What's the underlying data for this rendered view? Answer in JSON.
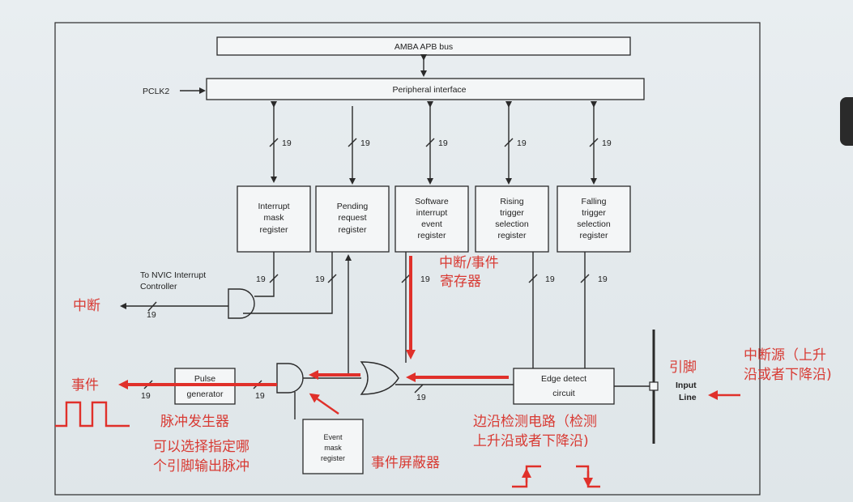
{
  "blocks": {
    "amba": "AMBA APB bus",
    "peripheral": "Peripheral interface",
    "interrupt_mask": [
      "Interrupt",
      "mask",
      "register"
    ],
    "pending": [
      "Pending",
      "request",
      "register"
    ],
    "software": [
      "Software",
      "interrupt",
      "event",
      "register"
    ],
    "rising": [
      "Rising",
      "trigger",
      "selection",
      "register"
    ],
    "falling": [
      "Falling",
      "trigger",
      "selection",
      "register"
    ],
    "edge_detect": [
      "Edge detect",
      "circuit"
    ],
    "pulse": [
      "Pulse",
      "generator"
    ],
    "event_mask": [
      "Event",
      "mask",
      "register"
    ]
  },
  "labels": {
    "pclk2": "PCLK2",
    "nvic": [
      "To NVIC Interrupt",
      "Controller"
    ],
    "input_line": [
      "Input",
      "Line"
    ],
    "bus_width": "19"
  },
  "annotations": {
    "interrupt": "中断",
    "event": "事件",
    "int_event_reg": [
      "中断/事件",
      "寄存器"
    ],
    "pin": "引脚",
    "int_source": [
      "中断源（上升",
      "沿或者下降沿)"
    ],
    "pulse_gen": "脉冲发生器",
    "pulse_note": [
      "可以选择指定哪",
      "个引脚输出脉冲"
    ],
    "edge_note": [
      "边沿检测电路（检测",
      "上升沿或者下降沿)"
    ],
    "event_mask": "事件屏蔽器"
  },
  "colors": {
    "annotation_red": "#e0302a",
    "block_stroke": "#2a2a2a"
  }
}
